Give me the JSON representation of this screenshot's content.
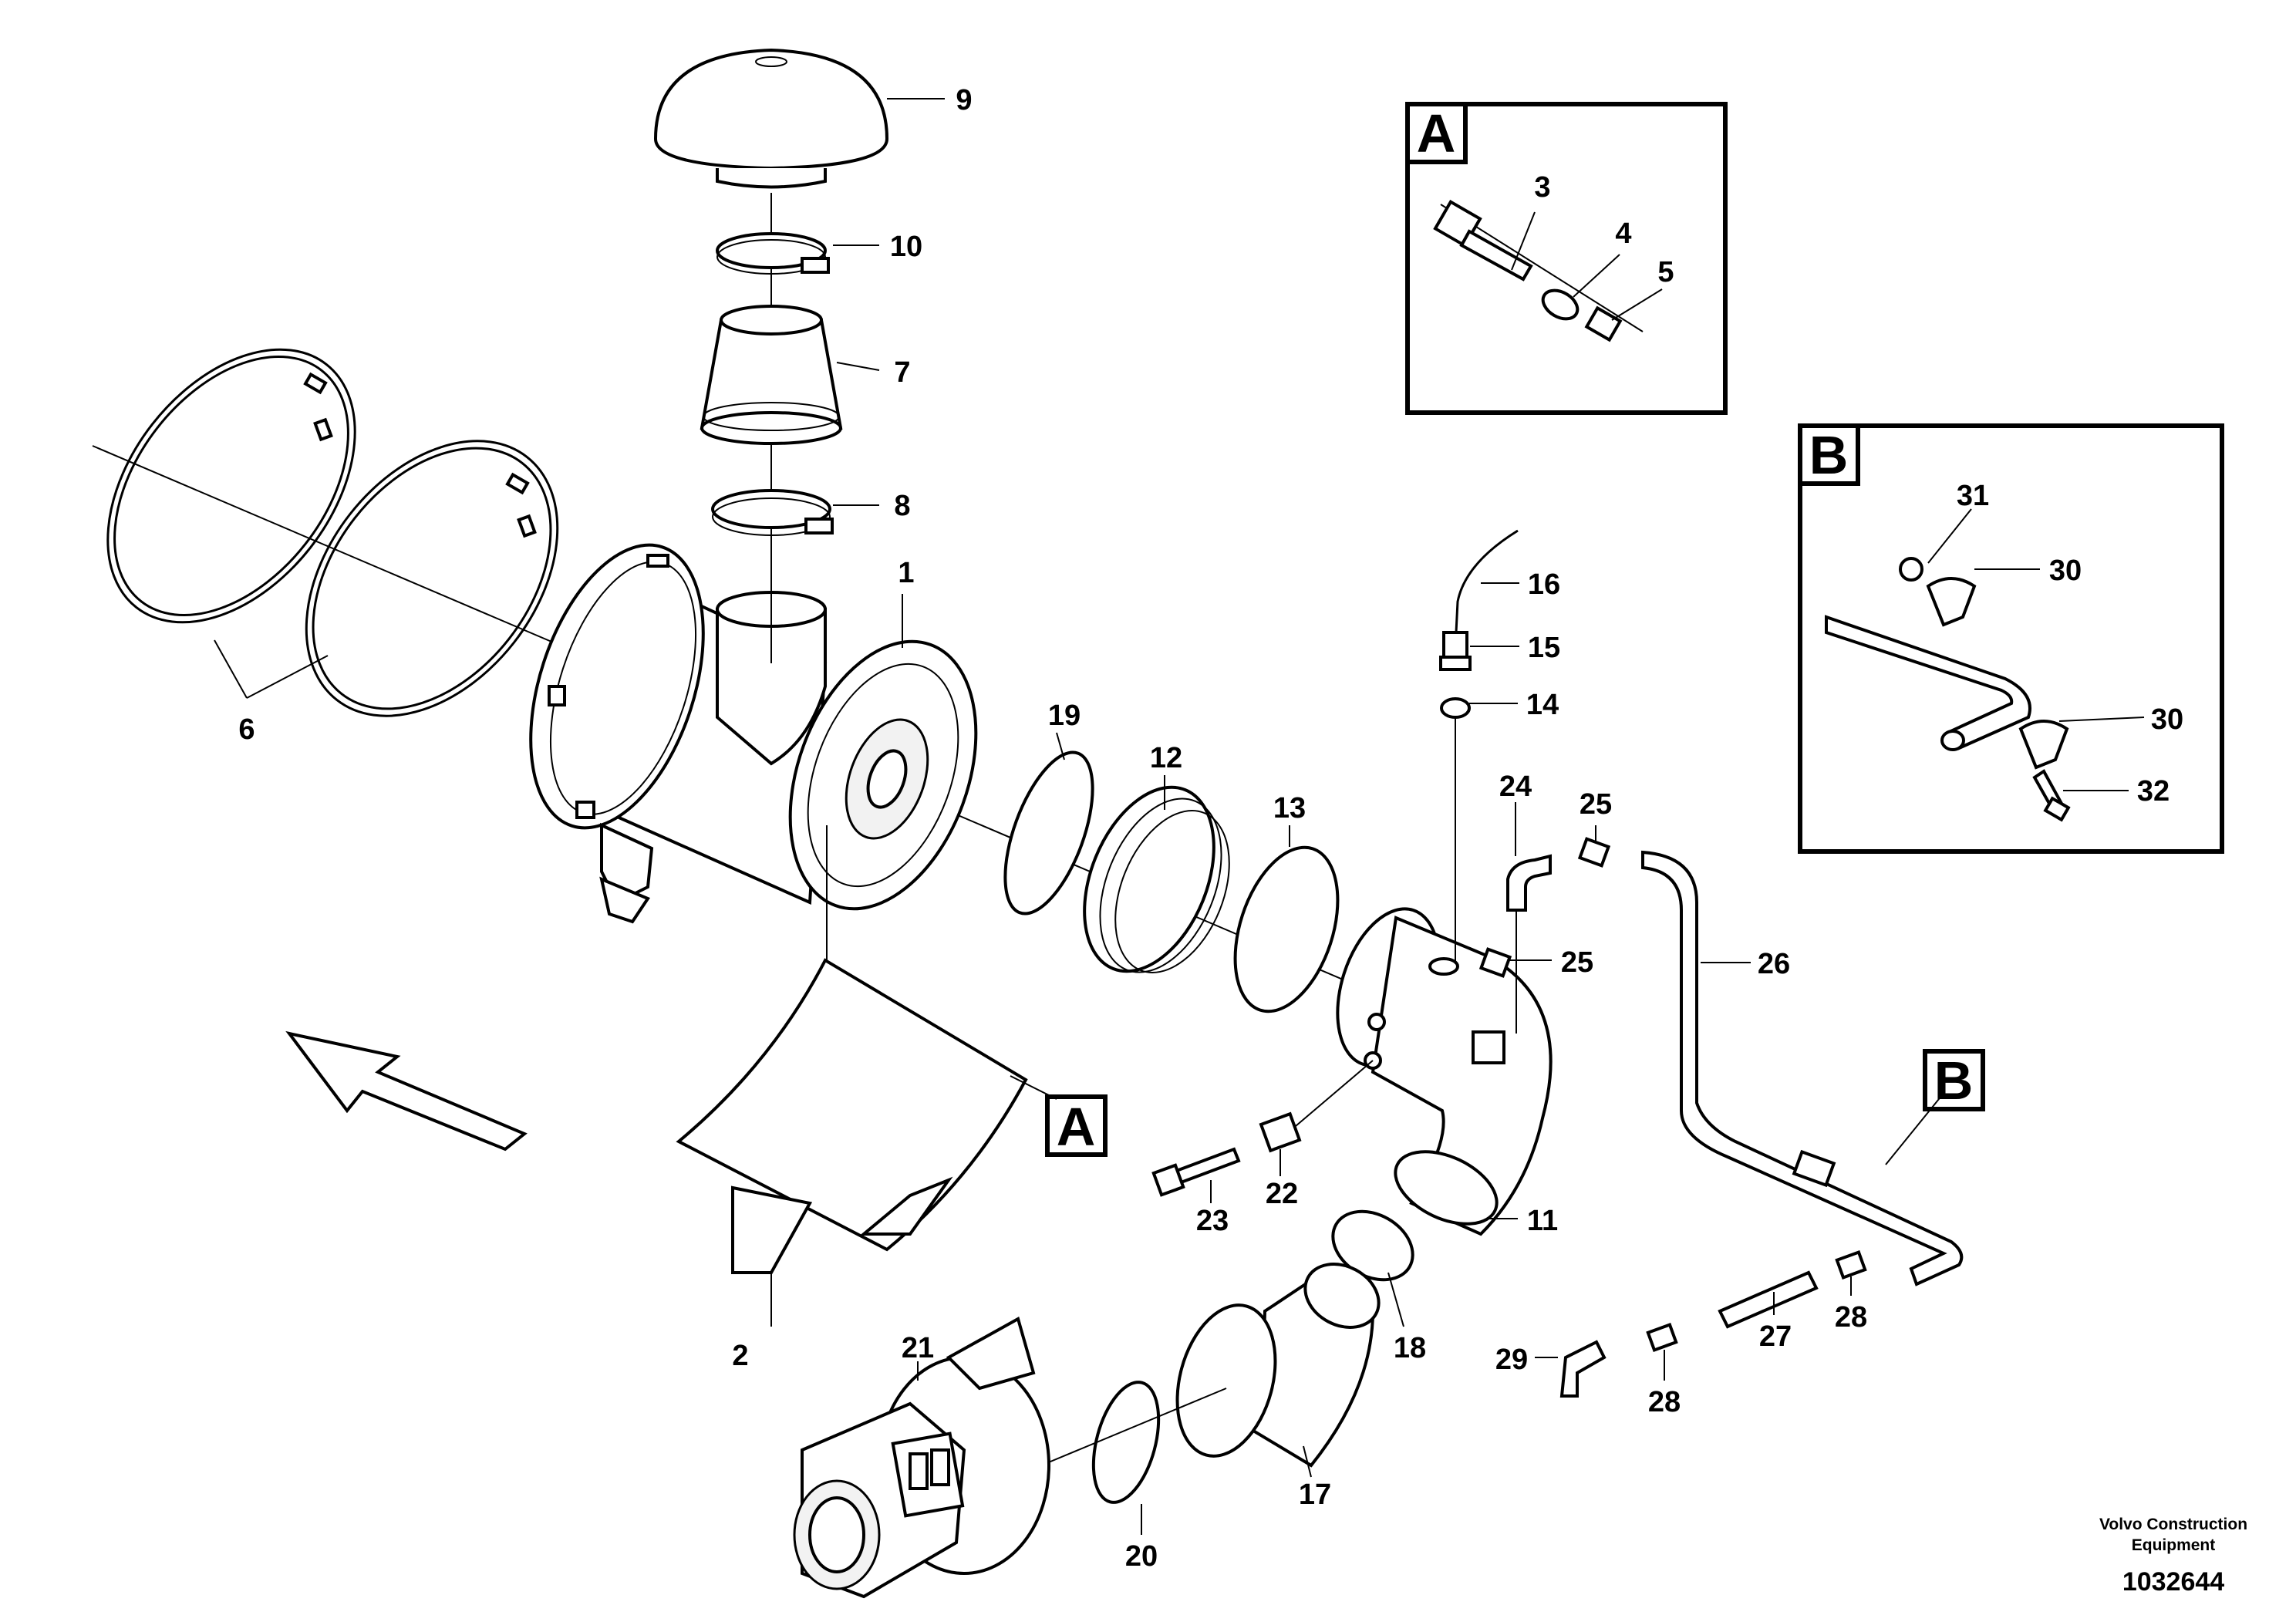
{
  "diagram": {
    "callouts": [
      {
        "id": "1"
      },
      {
        "id": "2"
      },
      {
        "id": "3"
      },
      {
        "id": "4"
      },
      {
        "id": "5"
      },
      {
        "id": "6"
      },
      {
        "id": "7"
      },
      {
        "id": "8"
      },
      {
        "id": "9"
      },
      {
        "id": "10"
      },
      {
        "id": "11"
      },
      {
        "id": "12"
      },
      {
        "id": "13"
      },
      {
        "id": "14"
      },
      {
        "id": "15"
      },
      {
        "id": "16"
      },
      {
        "id": "17"
      },
      {
        "id": "18"
      },
      {
        "id": "19"
      },
      {
        "id": "20"
      },
      {
        "id": "21"
      },
      {
        "id": "22"
      },
      {
        "id": "23"
      },
      {
        "id": "24"
      },
      {
        "id": "25"
      },
      {
        "id": "25"
      },
      {
        "id": "26"
      },
      {
        "id": "27"
      },
      {
        "id": "28"
      },
      {
        "id": "28"
      },
      {
        "id": "29"
      },
      {
        "id": "30"
      },
      {
        "id": "30"
      },
      {
        "id": "31"
      },
      {
        "id": "32"
      }
    ],
    "detail_markers": {
      "a": "A",
      "b": "B"
    },
    "insets": {
      "a_title": "A",
      "b_title": "B"
    }
  },
  "footer": {
    "company_line1": "Volvo Construction",
    "company_line2": "Equipment",
    "drawing_number": "1032644"
  }
}
